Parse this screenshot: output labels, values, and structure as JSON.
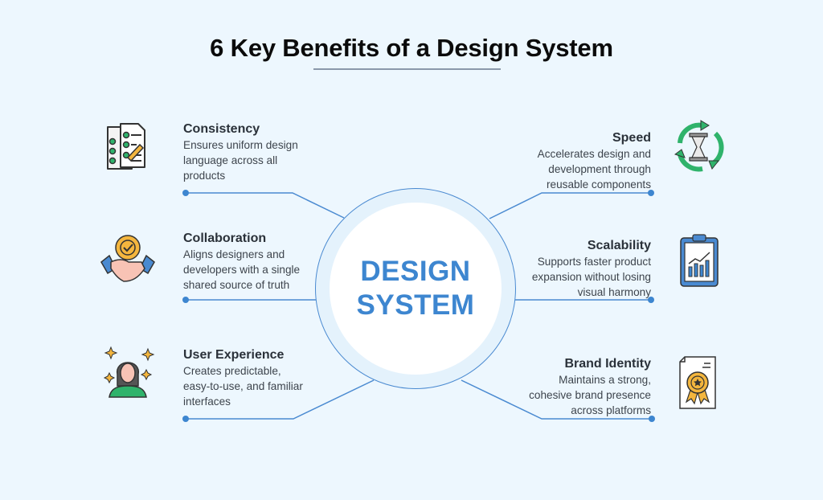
{
  "title": "6 Key Benefits of a Design System",
  "center": {
    "line1": "DESIGN",
    "line2": "SYSTEM"
  },
  "benefits": {
    "consistency": {
      "title": "Consistency",
      "lines": [
        "Ensures uniform design",
        "language across all",
        "products"
      ],
      "icon": "checklist-documents-icon"
    },
    "collaboration": {
      "title": "Collaboration",
      "lines": [
        "Aligns designers and",
        "developers with a single",
        "shared source of truth"
      ],
      "icon": "handshake-badge-icon"
    },
    "user_experience": {
      "title": "User Experience",
      "lines": [
        "Creates predictable,",
        "easy-to-use, and familiar",
        "interfaces"
      ],
      "icon": "user-sparkles-icon"
    },
    "speed": {
      "title": "Speed",
      "lines": [
        "Accelerates design and",
        "development through",
        "reusable components"
      ],
      "icon": "hourglass-cycle-icon"
    },
    "scalability": {
      "title": "Scalability",
      "lines": [
        "Supports faster product",
        "expansion without losing",
        "visual harmony"
      ],
      "icon": "clipboard-growth-chart-icon"
    },
    "brand_identity": {
      "title": "Brand Identity",
      "lines": [
        "Maintains a strong,",
        "cohesive brand presence",
        "across platforms"
      ],
      "icon": "certificate-award-icon"
    }
  },
  "colors": {
    "background": "#edf7fe",
    "accent_blue": "#3d86d0",
    "line_blue": "#4a8ad1",
    "icon_green": "#2fb36b",
    "icon_orange": "#f4b63e",
    "title_text": "#0b0b0b",
    "body_text": "#3d444c"
  }
}
